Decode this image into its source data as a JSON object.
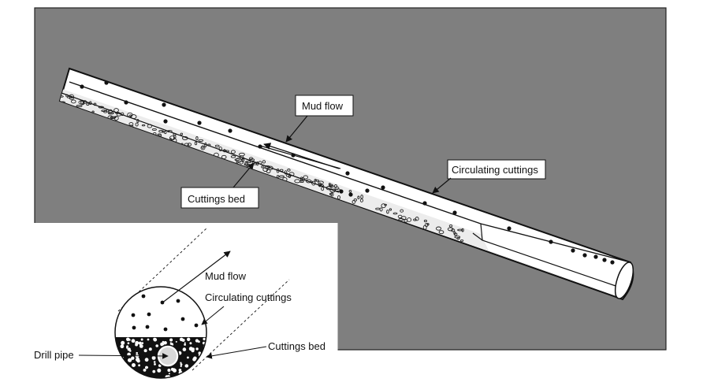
{
  "colors": {
    "background": "#ffffff",
    "panel": "#7f7f7f",
    "outline": "#111111",
    "label_box": "#ffffff"
  },
  "main_panel": {
    "labels": {
      "mud_flow": "Mud flow",
      "circulating_cuttings": "Circulating cuttings",
      "cuttings_bed": "Cuttings bed"
    }
  },
  "cross_section": {
    "labels": {
      "mud_flow": "Mud flow",
      "circulating_cuttings": "Circulating cuttings",
      "cuttings_bed": "Cuttings bed",
      "drill_pipe": "Drill pipe"
    }
  },
  "icons": [
    "flow-arrow-icon",
    "leader-arrow-icon"
  ]
}
